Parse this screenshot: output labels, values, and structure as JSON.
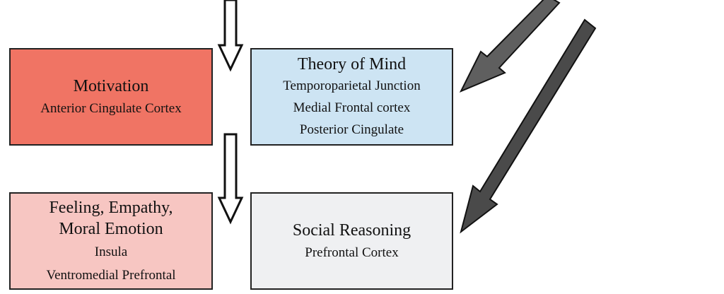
{
  "diagram": {
    "boxes": {
      "motivation": {
        "title": "Motivation",
        "lines": [
          "Anterior Cingulate Cortex"
        ],
        "color": "#f07464"
      },
      "theory_of_mind": {
        "title": "Theory of Mind",
        "lines": [
          "Temporoparietal Junction",
          "Medial Frontal cortex",
          "Posterior Cingulate"
        ],
        "color": "#cde4f3"
      },
      "feeling": {
        "title_lines": [
          "Feeling, Empathy,",
          "Moral Emotion"
        ],
        "lines": [
          "Insula",
          "Ventromedial Prefrontal"
        ],
        "color": "#f7c6c2"
      },
      "social_reasoning": {
        "title": "Social Reasoning",
        "lines": [
          "Prefrontal Cortex"
        ],
        "color": "#eff0f2"
      }
    },
    "arrows": {
      "outline_color": "#111111",
      "dark_fill": "#4a4a4a",
      "mid_fill": "#5f5f5f"
    }
  }
}
